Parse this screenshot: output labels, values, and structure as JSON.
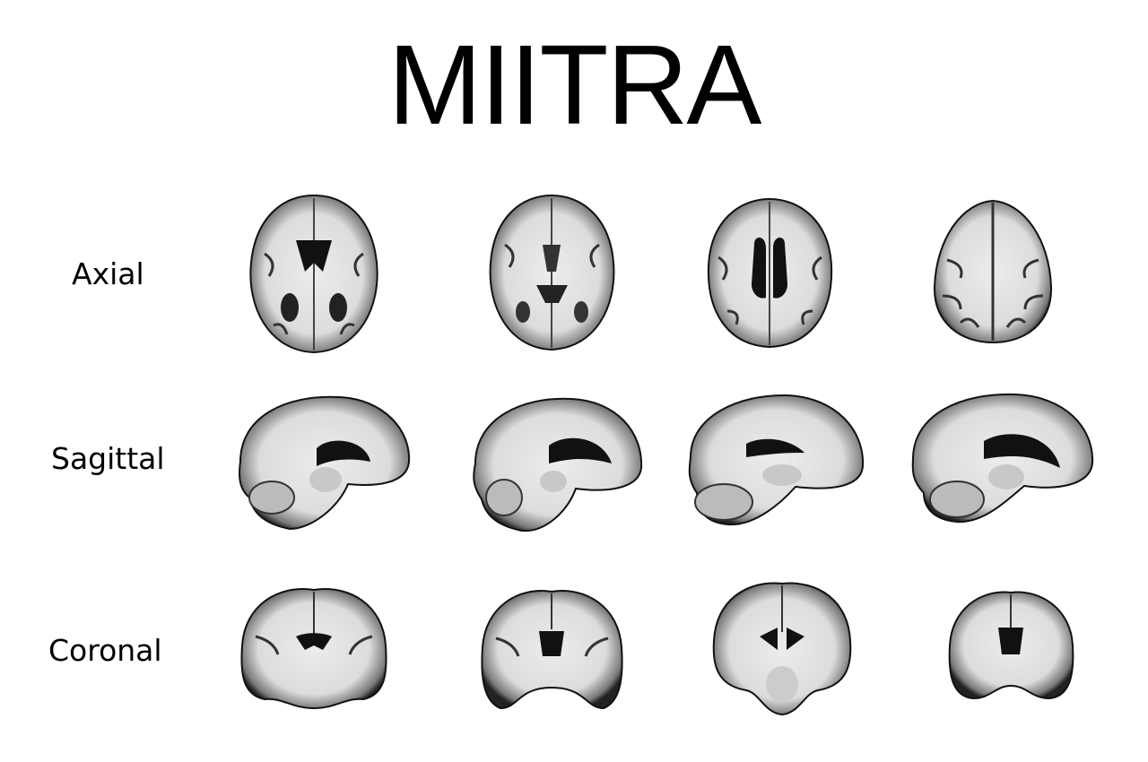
{
  "title": "MIITRA",
  "rows": [
    {
      "label": "Axial",
      "view": "axial",
      "slices": 4
    },
    {
      "label": "Sagittal",
      "view": "sagittal",
      "slices": 4
    },
    {
      "label": "Coronal",
      "view": "coronal",
      "slices": 4
    }
  ],
  "colors": {
    "background": "#ffffff",
    "gray_matter": "#2a2a2a",
    "white_matter": "#e8e8e8",
    "ventricle": "#111111"
  }
}
